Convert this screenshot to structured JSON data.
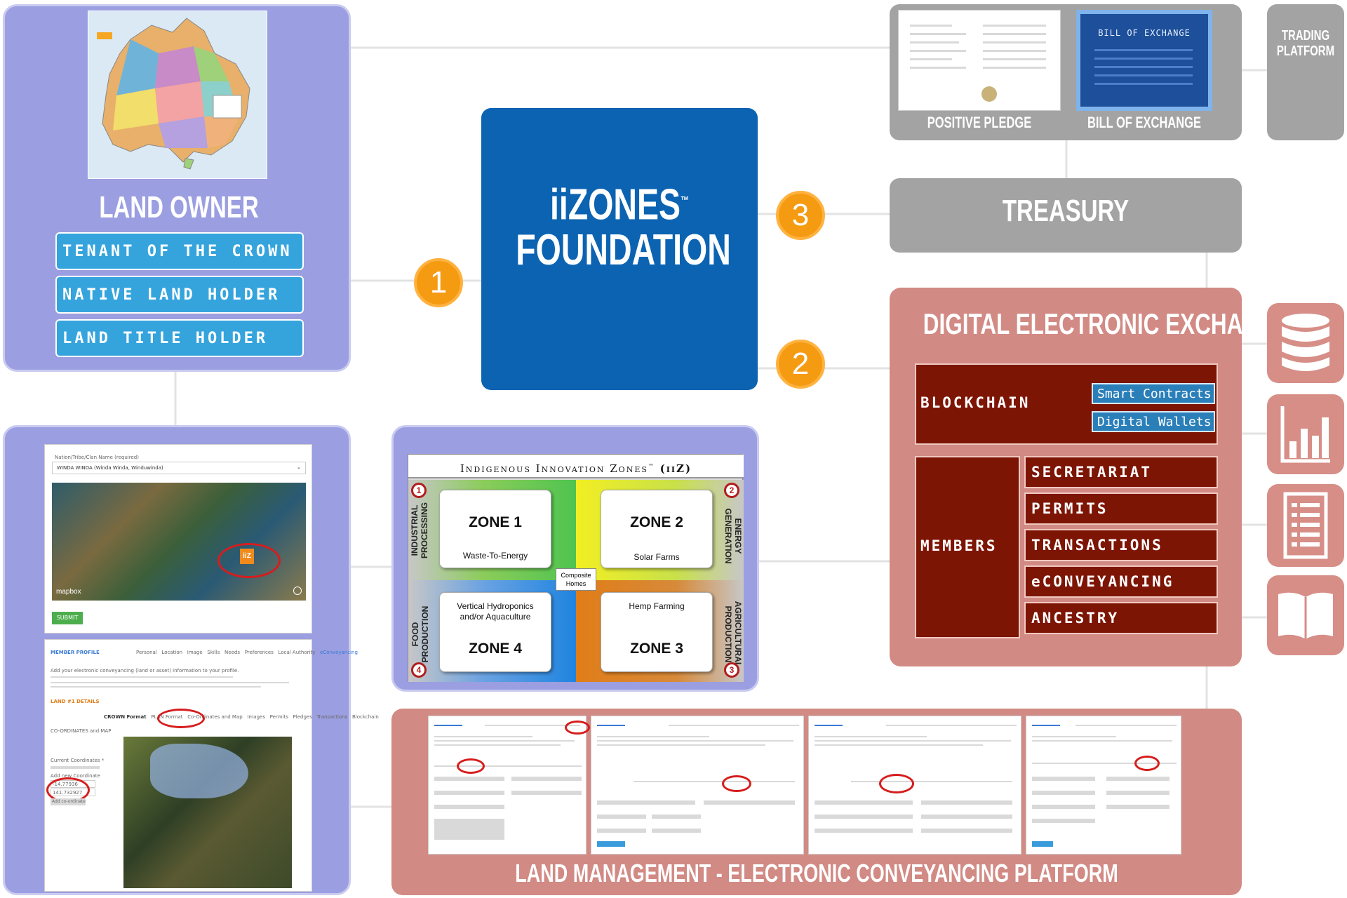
{
  "land_owner": {
    "title": "LAND OWNER",
    "options": [
      "TENANT OF THE CROWN",
      "NATIVE LAND HOLDER",
      "LAND TITLE HOLDER"
    ]
  },
  "foundation": {
    "line1": "iiZONES",
    "tm": "™",
    "line2": "FOUNDATION"
  },
  "steps": [
    "1",
    "2",
    "3"
  ],
  "documents": {
    "pledge_label": "POSITIVE PLEDGE",
    "bill_label": "BILL OF EXCHANGE",
    "bill_inner": "BILL OF EXCHANGE"
  },
  "trading": {
    "line1": "TRADING",
    "line2": "PLATFORM"
  },
  "treasury": {
    "title": "TREASURY"
  },
  "dex": {
    "title": "DIGITAL ELECTRONIC EXCHANGE (DEX)",
    "blockchain": "BLOCKCHAIN",
    "blockchain_items": [
      "Smart Contracts",
      "Digital Wallets"
    ],
    "members": "MEMBERS",
    "member_items": [
      "SECRETARIAT",
      "PERMITS",
      "TRANSACTIONS",
      "eCONVEYANCING",
      "ANCESTRY"
    ]
  },
  "side_icons": [
    "database-icon",
    "bar-chart-icon",
    "document-list-icon",
    "open-book-icon"
  ],
  "iiz": {
    "title": "Indigenous Innovation Zones",
    "tm": "™",
    "abbr": "(iiZ)",
    "zones": [
      {
        "name": "ZONE 1",
        "sub": "Waste-To-Energy",
        "num": "1"
      },
      {
        "name": "ZONE 2",
        "sub": "Solar Farms",
        "num": "2"
      },
      {
        "name": "ZONE 4",
        "sub": "Vertical Hydroponics and/or Aquaculture",
        "num": "4"
      },
      {
        "name": "ZONE 3",
        "sub": "Hemp Farming",
        "num": "3"
      }
    ],
    "center": "Composite Homes",
    "left_top": "INDUSTRIAL PROCESSING",
    "left_bottom": "FOOD PRODUCTION",
    "right_top": "ENERGY GENERATION",
    "right_bottom": "AGRICULTURAL PRODUCTION"
  },
  "map_screen": {
    "field_label": "Nation/Tribe/Clan Name (required)",
    "field_value": "WINDA WINDA (Winda Winda, Winduwinda)",
    "map_badge": "iiZ",
    "mapbox": "mapbox",
    "submit": "SUBMIT"
  },
  "profile_screen": {
    "header": "MEMBER PROFILE",
    "tabs": [
      "Personal",
      "Location",
      "Image",
      "Skills",
      "Needs",
      "Preferences",
      "Local Authority",
      "eConveyancing"
    ],
    "intro": "Add your electronic conveyancing (land or asset) information to your profile.",
    "section": "LAND #1 DETAILS",
    "coord_label": "CO-ORDINATES and MAP",
    "current_coords": "Current Coordinates *",
    "add_coord": "Add new Coordinate",
    "coord1": "-14.77936",
    "coord2": "141.732927",
    "add_btn": "Add co-ordinate",
    "subtabs": [
      "CROWN Format",
      "PLAN Format",
      "Co-Ordinates and Map",
      "Images",
      "Permits",
      "Pledges",
      "Transactions",
      "Blockchain"
    ]
  },
  "land_mgmt": {
    "title": "LAND MANAGEMENT - ELECTRONIC CONVEYANCING PLATFORM"
  },
  "colors": {
    "purple": "#9b9ee0",
    "pink": "#d28a84",
    "grey": "#a3a3a3",
    "blue": "#35a4dd",
    "foundation": "#0b63b1",
    "orange": "#f59b12",
    "maroon": "#7d1505"
  }
}
